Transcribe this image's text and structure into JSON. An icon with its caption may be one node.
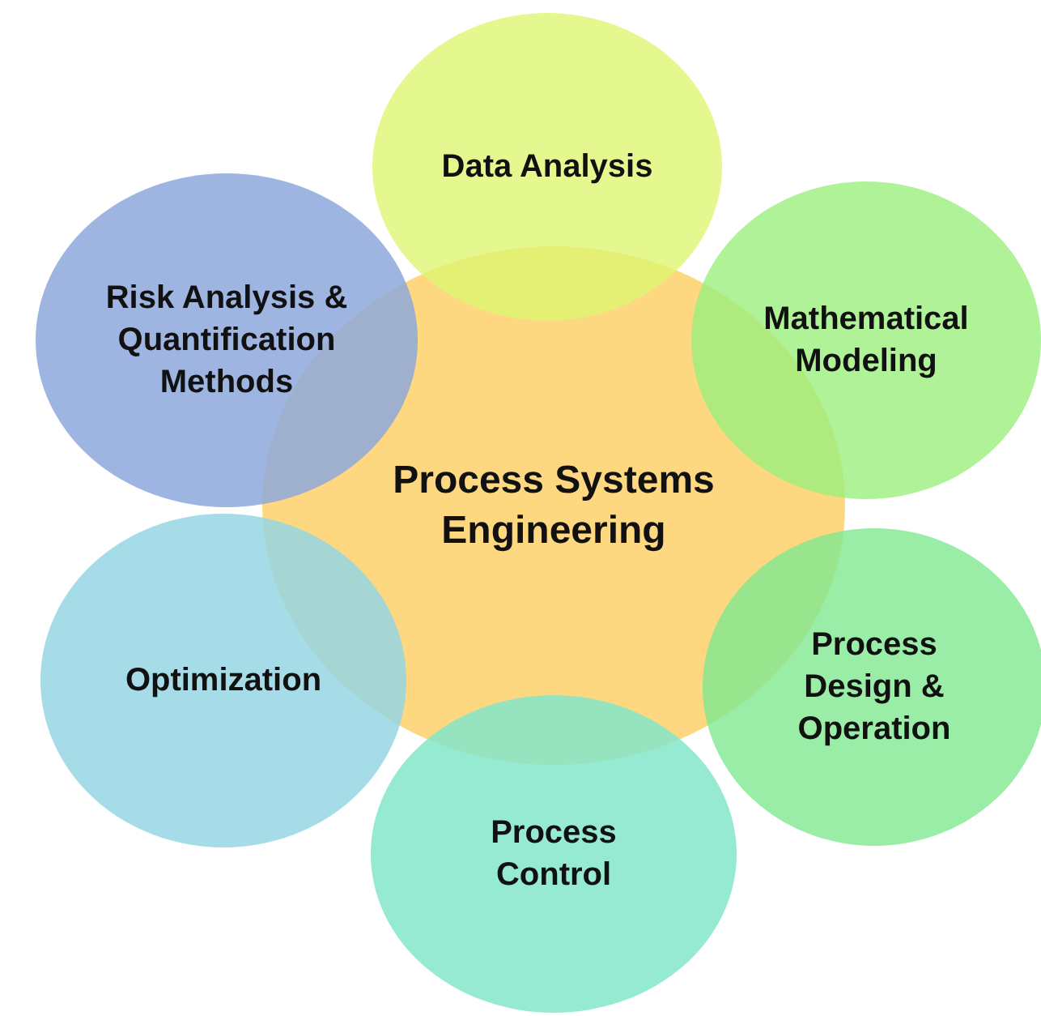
{
  "diagram": {
    "nodes": [
      {
        "text": [
          "Process Systems Engineering"
        ]
      },
      {
        "text": [
          "Data Analysis"
        ]
      },
      {
        "text": [
          "Mathematical Modeling"
        ]
      },
      {
        "text": [
          "Process Design & Operation"
        ]
      },
      {
        "text": [
          "Process Control"
        ]
      },
      {
        "text": [
          "Optimization"
        ]
      },
      {
        "text": [
          "Risk Analysis & Quantification Methods"
        ]
      }
    ]
  }
}
